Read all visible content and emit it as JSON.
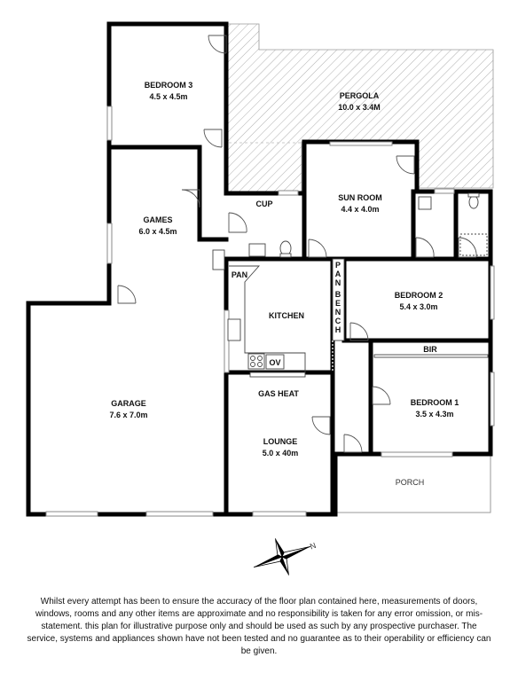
{
  "rooms": {
    "bedroom3": {
      "name": "BEDROOM 3",
      "size": "4.5 x 4.5m"
    },
    "pergola": {
      "name": "PERGOLA",
      "size": "10.0 x 3.4M"
    },
    "games": {
      "name": "GAMES",
      "size": "6.0 x 4.5m"
    },
    "cup": {
      "name": "CUP"
    },
    "sunroom": {
      "name": "SUN ROOM",
      "size": "4.4 x 4.0m"
    },
    "pan": {
      "name": "PAN"
    },
    "kitchen": {
      "name": "KITCHEN"
    },
    "panbench": {
      "letters": [
        "P",
        "A",
        "N",
        "B",
        "E",
        "N",
        "C",
        "H"
      ]
    },
    "bedroom2": {
      "name": "BEDROOM 2",
      "size": "5.4 x 3.0m"
    },
    "bir": {
      "name": "BIR"
    },
    "ov": {
      "name": "OV"
    },
    "garage": {
      "name": "GARAGE",
      "size": "7.6 x 7.0m"
    },
    "gasheat": {
      "name": "GAS HEAT"
    },
    "bedroom1": {
      "name": "BEDROOM 1",
      "size": "3.5 x 4.3m"
    },
    "lounge": {
      "name": "LOUNGE",
      "size": "5.0 x 40m"
    },
    "porch": {
      "name": "PORCH"
    }
  },
  "compass": {
    "north_label": "N"
  },
  "colors": {
    "wall": "#000000",
    "hatch": "#9a9a9a",
    "window": "#8a8a8a"
  },
  "disclaimer": "Whilst every attempt has been to ensure the accuracy of the floor plan contained here, measurements of doors, windows, rooms and any other items are approximate and no responsibility is taken for any error omission, or mis-statement. this plan for illustrative purpose only and should be used as such by any prospective purchaser. The service, systems and appliances shown have not been tested and no guarantee as to their operability or efficiency can be given."
}
